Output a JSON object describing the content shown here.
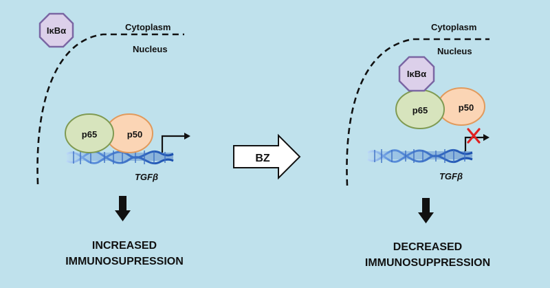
{
  "left_panel": {
    "inhibitor_label": "IκBα",
    "cytoplasm_label": "Cytoplasm",
    "nucleus_label": "Nucleus",
    "p65_label": "p65",
    "p50_label": "p50",
    "gene_label": "TGFβ",
    "outcome_line1": "INCREASED",
    "outcome_line2": "IMMUNOSUPRESSION"
  },
  "center": {
    "treatment_label": "BZ"
  },
  "right_panel": {
    "inhibitor_label": "IκBα",
    "cytoplasm_label": "Cytoplasm",
    "nucleus_label": "Nucleus",
    "p65_label": "p65",
    "p50_label": "p50",
    "gene_label": "TGFβ",
    "outcome_line1": "DECREASED",
    "outcome_line2": "IMMUNOSUPPRESSION"
  },
  "colors": {
    "background": "#bfe1ec",
    "inhibitor_fill": "#dcd0ea",
    "inhibitor_stroke": "#7a66a3",
    "inhibitor_text": "#4e7f2c",
    "p65_fill": "#d7e4bd",
    "p65_stroke": "#7f9a52",
    "p50_fill": "#fbd5b5",
    "p50_stroke": "#e19a5c",
    "dna": "#1e56b5",
    "block_x": "#e02020"
  }
}
